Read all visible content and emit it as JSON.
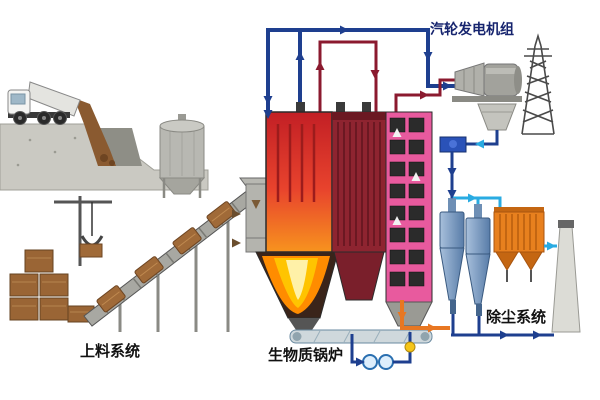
{
  "diagram": {
    "labels": {
      "turbine_generator": "汽轮发电机组",
      "feeding_system": "上料系统",
      "biomass_boiler": "生物质锅炉",
      "dust_removal": "除尘系统"
    },
    "colors": {
      "pipe_blue": "#1e3f8f",
      "pipe_maroon": "#8b1a2f",
      "pipe_orange": "#e87722",
      "pipe_lightblue": "#29abe2",
      "furnace_red_top": "#c21f25",
      "furnace_orange_bottom": "#f7931e",
      "boiler_bank_maroon": "#8e2430",
      "heat_exchanger_pink": "#e85a9e",
      "bale_brown": "#9a6535",
      "equipment_gray": "#b0b0aa"
    }
  }
}
